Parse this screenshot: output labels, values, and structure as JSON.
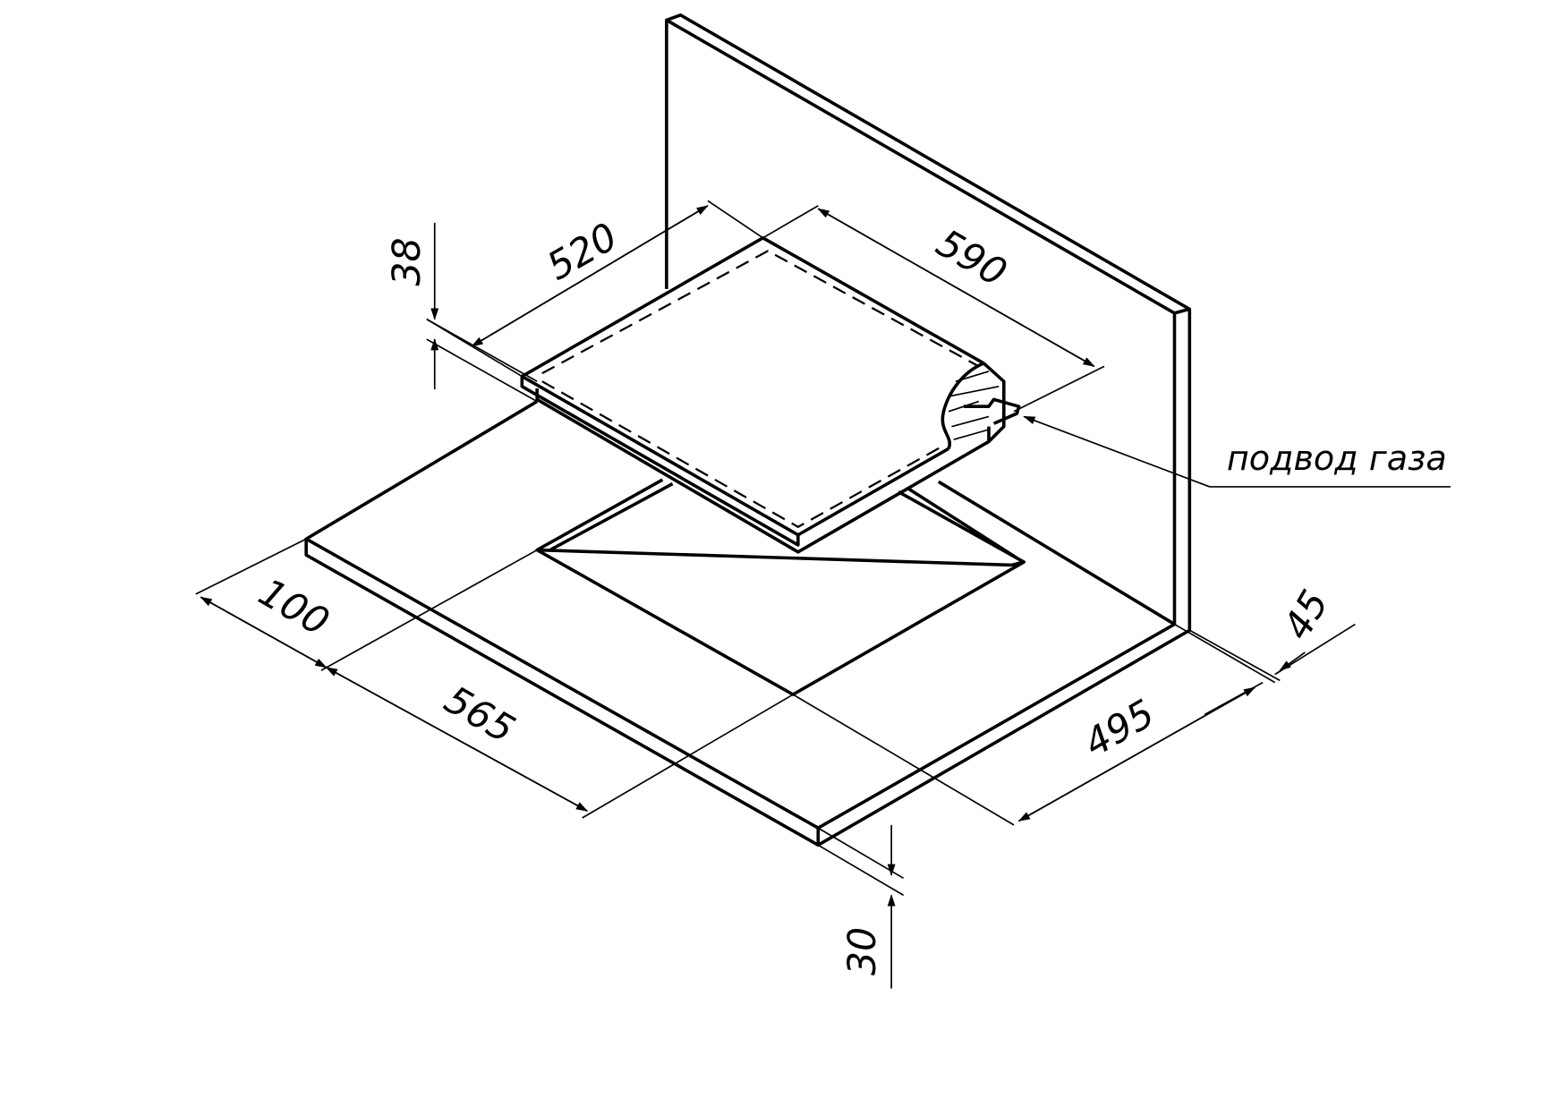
{
  "dimensions": {
    "hob_depth": "520",
    "hob_width": "590",
    "hob_height": "38",
    "front_offset": "100",
    "cutout_width": "565",
    "cutout_depth": "495",
    "back_offset": "45",
    "countertop_thickness": "30"
  },
  "labels": {
    "gas_supply": "подвод газа"
  }
}
